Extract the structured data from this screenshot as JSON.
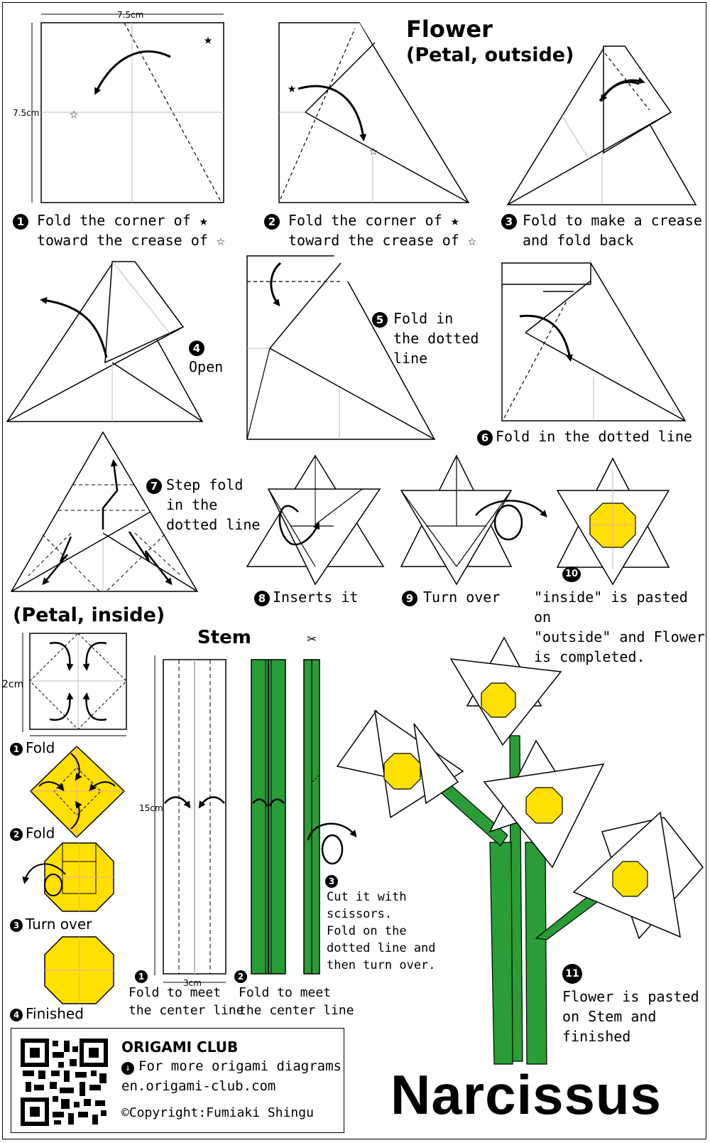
{
  "title": "Flower",
  "subtitle_outside": "(Petal, outside)",
  "subtitle_inside": "(Petal, inside)",
  "stem_title": "Stem",
  "big_title": "Narcissus",
  "dimensions": {
    "size_outside": "7.5cm",
    "size_inside": "2cm",
    "stem_length": "15cm",
    "stem_width": "3cm"
  },
  "steps_outside": [
    {
      "num": "1",
      "text": "Fold the corner of ★\ntoward the crease of ☆"
    },
    {
      "num": "2",
      "text": "Fold the corner of ★\ntoward the crease of ☆"
    },
    {
      "num": "3",
      "text": "Fold to make a crease\nand fold back"
    },
    {
      "num": "4",
      "text": "Open"
    },
    {
      "num": "5",
      "text": "Fold in\nthe dotted\nline"
    },
    {
      "num": "6",
      "text": "Fold in the dotted line"
    },
    {
      "num": "7",
      "text": "Step fold\nin the\ndotted line"
    },
    {
      "num": "8",
      "text": "Inserts it"
    },
    {
      "num": "9",
      "text": "Turn over"
    },
    {
      "num": "10",
      "text": "\"inside\" is pasted on\n\"outside\" and Flower\nis completed."
    }
  ],
  "steps_inside": [
    {
      "num": "1",
      "text": "Fold"
    },
    {
      "num": "2",
      "text": "Fold"
    },
    {
      "num": "3",
      "text": "Turn over"
    },
    {
      "num": "4",
      "text": "Finished"
    }
  ],
  "steps_stem": [
    {
      "num": "1",
      "text": "Fold to meet\nthe center line"
    },
    {
      "num": "2",
      "text": "Fold to meet\nthe center line"
    },
    {
      "num": "3",
      "text": "Cut it with\nscissors.\nFold on the\ndotted line and\nthen turn over."
    }
  ],
  "final_step": {
    "num": "11",
    "text": "Flower is pasted\non Stem and\nfinished"
  },
  "footer": {
    "club": "ORIGAMI CLUB",
    "more": "For more origami diagrams",
    "url": "en.origami-club.com",
    "copyright": "©Copyright:Fumiaki Shingu"
  },
  "colors": {
    "yellow": "#ffe000",
    "green": "#2a9d36",
    "crease": "#bbbbbb",
    "accent_line": "#f3a3a3"
  },
  "icons": [
    "filled-star-icon",
    "outline-star-icon",
    "fold-arrow-icon",
    "turn-over-arrow-icon",
    "scissors-icon",
    "qr-code-icon",
    "down-arrow-icon"
  ]
}
